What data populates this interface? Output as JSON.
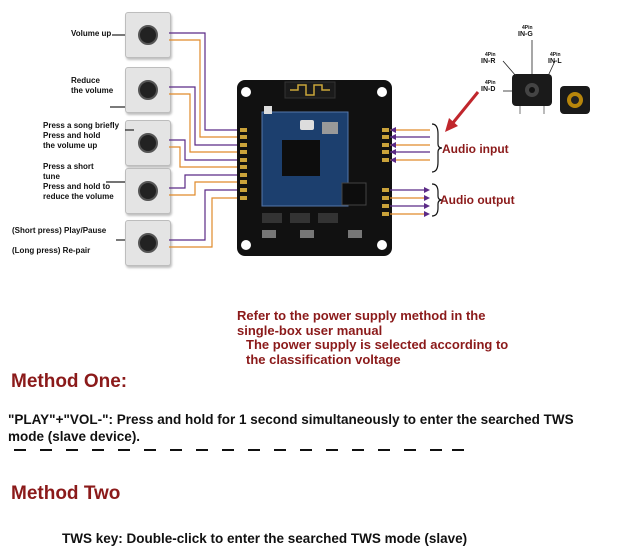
{
  "buttons": [
    {
      "label": "Volume up"
    },
    {
      "label": "Reduce\nthe volume"
    },
    {
      "label": "Press a song briefly\nPress and hold\nthe volume up"
    },
    {
      "label": "Press a short\ntune\nPress and hold to\nreduce the volume"
    },
    {
      "label": "(Short press) Play/Pause\n\n(Long press) Re-pair"
    }
  ],
  "jack_labels": {
    "g": "IN-G",
    "r": "IN-R",
    "l": "IN-L",
    "d": "IN-D",
    "pin_small": "4Pin"
  },
  "audio_input_label": "Audio input",
  "audio_output_label": "Audio output",
  "power_note_1": "Refer to the power supply method in the\nsingle-box user manual",
  "power_note_2": "The power supply is selected according to\nthe classification voltage",
  "method_one": {
    "title": "Method One:",
    "text": "\"PLAY\"+\"VOL-\": Press and hold for 1 second simultaneously to enter the searched TWS\nmode (slave device)."
  },
  "method_two": {
    "title": "Method Two",
    "text": "TWS key: Double-click to enter the searched TWS mode (slave)"
  },
  "colors": {
    "accent_red": "#8b1a1a",
    "board": "#111111",
    "module": "#1c3f6e",
    "wire_purple": "#5b2a86",
    "wire_orange": "#e08a2a"
  }
}
